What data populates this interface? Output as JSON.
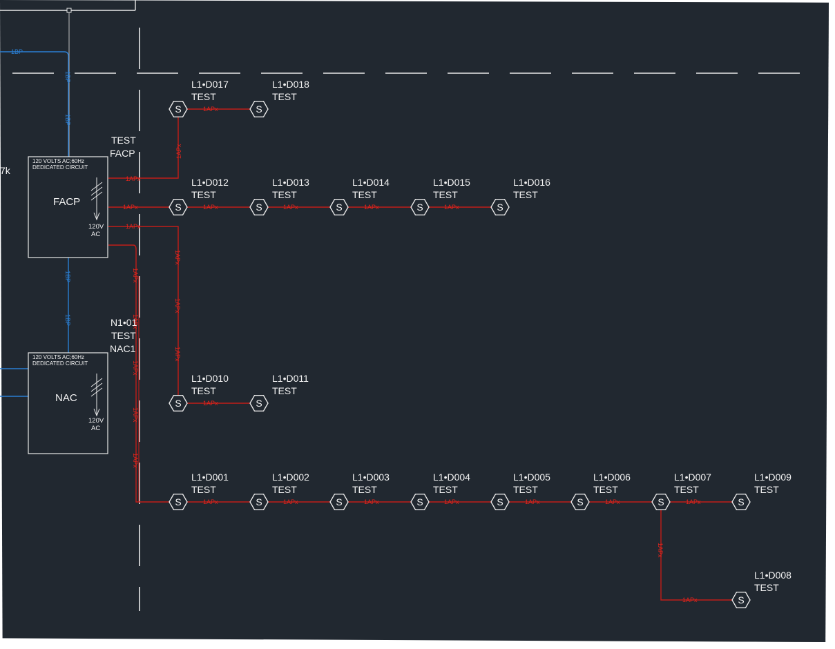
{
  "panels": {
    "facp": {
      "header_line1": "120 VOLTS AC;60Hz",
      "header_line2": "DEDICATED CIRCUIT",
      "name": "FACP",
      "power_line1": "120V",
      "power_line2": "AC",
      "tag_line1": "TEST",
      "tag_line2": "FACP"
    },
    "nac": {
      "header_line1": "120 VOLTS AC;60Hz",
      "header_line2": "DEDICATED CIRCUIT",
      "name": "NAC",
      "power_line1": "120V",
      "power_line2": "AC",
      "tag_line1": "N1•01",
      "tag_line2": "TEST",
      "tag_line3": "NAC1"
    }
  },
  "edge_fragment": "7k",
  "wire_label": "1APx",
  "conduit_label": "1BP",
  "device_symbol": "S",
  "devices": [
    {
      "id": "L1•D017",
      "desc": "TEST"
    },
    {
      "id": "L1•D018",
      "desc": "TEST"
    },
    {
      "id": "L1•D012",
      "desc": "TEST"
    },
    {
      "id": "L1•D013",
      "desc": "TEST"
    },
    {
      "id": "L1•D014",
      "desc": "TEST"
    },
    {
      "id": "L1•D015",
      "desc": "TEST"
    },
    {
      "id": "L1•D016",
      "desc": "TEST"
    },
    {
      "id": "L1•D010",
      "desc": "TEST"
    },
    {
      "id": "L1•D011",
      "desc": "TEST"
    },
    {
      "id": "L1•D001",
      "desc": "TEST"
    },
    {
      "id": "L1•D002",
      "desc": "TEST"
    },
    {
      "id": "L1•D003",
      "desc": "TEST"
    },
    {
      "id": "L1•D004",
      "desc": "TEST"
    },
    {
      "id": "L1•D005",
      "desc": "TEST"
    },
    {
      "id": "L1•D006",
      "desc": "TEST"
    },
    {
      "id": "L1•D007",
      "desc": "TEST"
    },
    {
      "id": "L1•D009",
      "desc": "TEST"
    },
    {
      "id": "L1•D008",
      "desc": "TEST"
    }
  ],
  "colors": {
    "background": "#212830",
    "circuit_wire": "#c21d18",
    "conduit": "#2a7fd4",
    "linework": "#e8e8e8"
  }
}
